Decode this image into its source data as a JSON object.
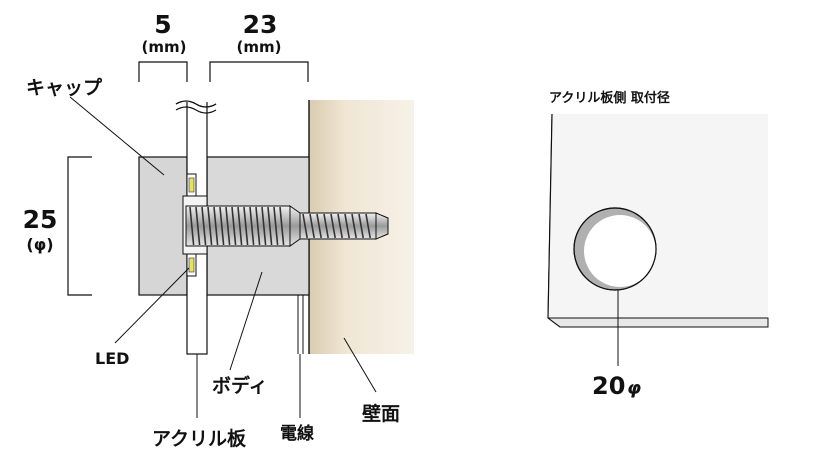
{
  "dimensions": {
    "cap_width_value": "5",
    "cap_width_unit": "(mm)",
    "body_length_value": "23",
    "body_length_unit": "(mm)",
    "diameter_value": "25",
    "diameter_unit": "(φ)"
  },
  "labels": {
    "cap": "キャップ",
    "led": "LED",
    "body": "ボディ",
    "acrylic_plate": "アクリル板",
    "wire": "電線",
    "wall": "壁面"
  },
  "hole_detail": {
    "title": "アクリル板側 取付径",
    "hole_diameter_value": "20",
    "hole_diameter_unit": "φ"
  },
  "colors": {
    "cap_fill": "#d6d6d6",
    "body_fill": "#d9d9d9",
    "wall_fill": "#e9dfc9",
    "led_fill": "#e6e25a",
    "plate_fill": "#ffffff",
    "line": "#111111"
  }
}
